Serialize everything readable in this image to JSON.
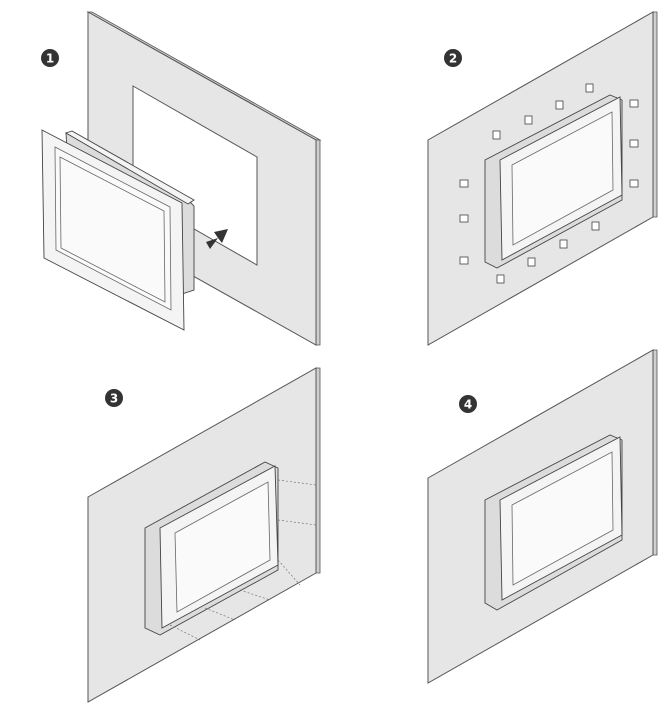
{
  "steps": [
    {
      "label": "1"
    },
    {
      "label": "2"
    },
    {
      "label": "3"
    },
    {
      "label": "4"
    }
  ],
  "colors": {
    "badge": "#333333",
    "wall": "#e6e6e6",
    "arrow": "#333333"
  }
}
